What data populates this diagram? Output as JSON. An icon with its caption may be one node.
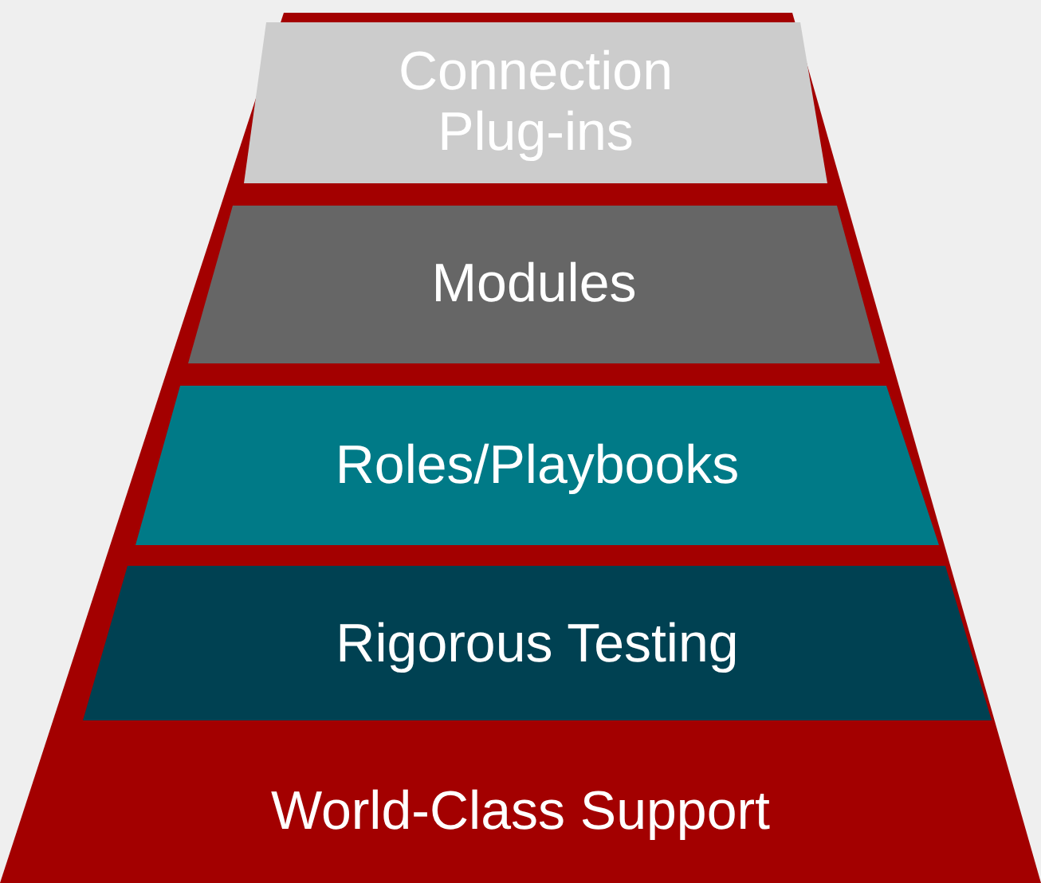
{
  "diagram": {
    "nodes": [
      {
        "text": [
          "World-Class Support"
        ]
      },
      {
        "text": [
          "Connection Plug-ins"
        ],
        "in": 0
      },
      {
        "text": [
          "Modules"
        ],
        "in": 0
      },
      {
        "text": [
          "Roles/Playbooks"
        ],
        "in": 0
      },
      {
        "text": [
          "Rigorous Testing"
        ],
        "in": 0
      }
    ]
  }
}
